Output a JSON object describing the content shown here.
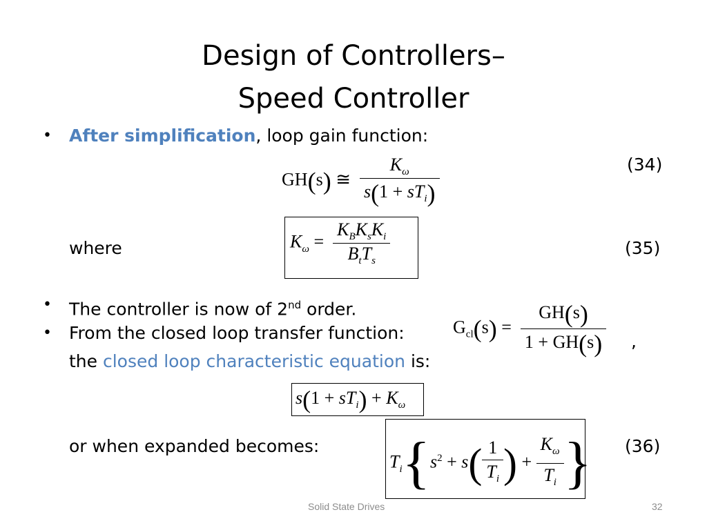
{
  "slide": {
    "title_line1": "Design of Controllers–",
    "title_line2": "Speed Controller"
  },
  "bullets": [
    {
      "accent": "After simplification",
      "rest": ", loop gain function:"
    },
    {
      "text_before": "The controller is now of 2",
      "sup": "nd",
      "text_after": " order."
    },
    {
      "text": "From the closed loop transfer function:"
    }
  ],
  "where_label": "where",
  "the_label": "the",
  "cl_char_eq": "closed loop characteristic equation",
  "is_label": "is:",
  "expanded_label": "or when expanded becomes:",
  "equation_numbers": {
    "eq34": "(34)",
    "eq35": "(35)",
    "eq36": "(36)"
  },
  "bullet_glyph": "•",
  "comma": ",",
  "footer": {
    "left": "Solid State Drives",
    "page": "32"
  }
}
